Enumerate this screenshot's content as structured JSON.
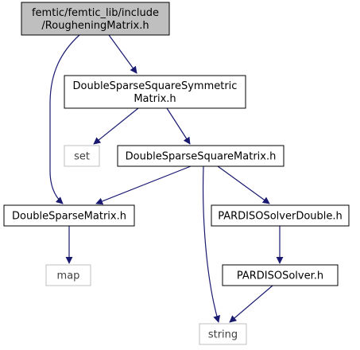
{
  "graph": {
    "edge_color": "#191970",
    "root_fill": "#bfbfbf",
    "external_border": "#bfbfbf",
    "nodes": [
      {
        "id": "root",
        "lines": [
          "femtic/femtic_lib/include",
          "/RougheningMatrix.h"
        ],
        "kind": "root"
      },
      {
        "id": "dsssym",
        "lines": [
          "DoubleSparseSquareSymmetric",
          "Matrix.h"
        ],
        "kind": "header"
      },
      {
        "id": "set",
        "lines": [
          "set"
        ],
        "kind": "external"
      },
      {
        "id": "dssm",
        "lines": [
          "DoubleSparseSquareMatrix.h"
        ],
        "kind": "header"
      },
      {
        "id": "dsm",
        "lines": [
          "DoubleSparseMatrix.h"
        ],
        "kind": "header"
      },
      {
        "id": "psd",
        "lines": [
          "PARDISOSolverDouble.h"
        ],
        "kind": "header"
      },
      {
        "id": "map",
        "lines": [
          "map"
        ],
        "kind": "external"
      },
      {
        "id": "ps",
        "lines": [
          "PARDISOSolver.h"
        ],
        "kind": "header"
      },
      {
        "id": "string",
        "lines": [
          "string"
        ],
        "kind": "external"
      }
    ],
    "edges": [
      {
        "from": "root",
        "to": "dsssym"
      },
      {
        "from": "root",
        "to": "dsm"
      },
      {
        "from": "dsssym",
        "to": "set"
      },
      {
        "from": "dsssym",
        "to": "dssm"
      },
      {
        "from": "dssm",
        "to": "dsm"
      },
      {
        "from": "dssm",
        "to": "psd"
      },
      {
        "from": "dssm",
        "to": "string"
      },
      {
        "from": "dsm",
        "to": "map"
      },
      {
        "from": "psd",
        "to": "ps"
      },
      {
        "from": "ps",
        "to": "string"
      }
    ]
  }
}
